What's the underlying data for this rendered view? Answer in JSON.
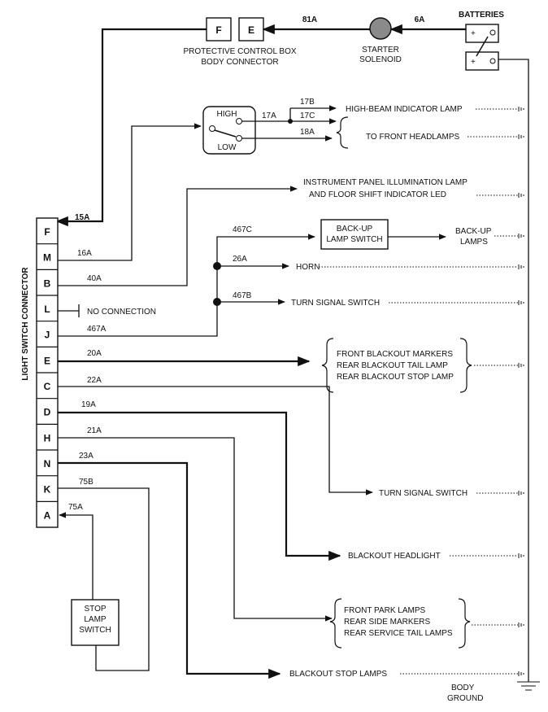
{
  "connector_label": "LIGHT SWITCH CONNECTOR",
  "pins": [
    "F",
    "M",
    "B",
    "L",
    "J",
    "E",
    "C",
    "D",
    "H",
    "N",
    "K",
    "A"
  ],
  "protective_box": {
    "pins": [
      "F",
      "E"
    ],
    "label_line1": "PROTECTIVE CONTROL BOX",
    "label_line2": "BODY CONNECTOR"
  },
  "starter": {
    "line1": "STARTER",
    "line2": "SOLENOID"
  },
  "batteries": "BATTERIES",
  "hilo": {
    "high": "HIGH",
    "low": "LOW"
  },
  "backup_switch": {
    "line1": "BACK-UP",
    "line2": "LAMP SWITCH"
  },
  "stop_switch": {
    "line1": "STOP",
    "line2": "LAMP",
    "line3": "SWITCH"
  },
  "no_connection": "NO CONNECTION",
  "body_ground": {
    "line1": "BODY",
    "line2": "GROUND"
  },
  "wires": {
    "w81a": "81A",
    "w6a": "6A",
    "w15a": "15A",
    "w16a": "16A",
    "w40a": "40A",
    "w467a": "467A",
    "w467b": "467B",
    "w467c": "467C",
    "w26a": "26A",
    "w17a": "17A",
    "w17b": "17B",
    "w17c": "17C",
    "w18a": "18A",
    "w20a": "20A",
    "w22a": "22A",
    "w19a": "19A",
    "w21a": "21A",
    "w23a": "23A",
    "w75b": "75B",
    "w75a": "75A"
  },
  "loads": {
    "high_beam": "HIGH-BEAM INDICATOR LAMP",
    "front_headlamps": "TO FRONT HEADLAMPS",
    "ip_lamp_line1": "INSTRUMENT PANEL ILLUMINATION LAMP",
    "ip_lamp_line2": "AND FLOOR SHIFT INDICATOR LED",
    "backup_lamps_line1": "BACK-UP",
    "backup_lamps_line2": "LAMPS",
    "horn": "HORN",
    "turn_signal_switch_1": "TURN SIGNAL SWITCH",
    "blackout_markers_1": "FRONT BLACKOUT  MARKERS",
    "blackout_markers_2": "REAR BLACKOUT TAIL LAMP",
    "blackout_markers_3": "REAR BLACKOUT STOP LAMP",
    "turn_signal_switch_2": "TURN SIGNAL SWITCH",
    "blackout_headlight": "BLACKOUT HEADLIGHT",
    "park_lamps_1": "FRONT PARK LAMPS",
    "park_lamps_2": "REAR SIDE MARKERS",
    "park_lamps_3": "REAR SERVICE TAIL LAMPS",
    "blackout_stop": "BLACKOUT STOP LAMPS"
  }
}
